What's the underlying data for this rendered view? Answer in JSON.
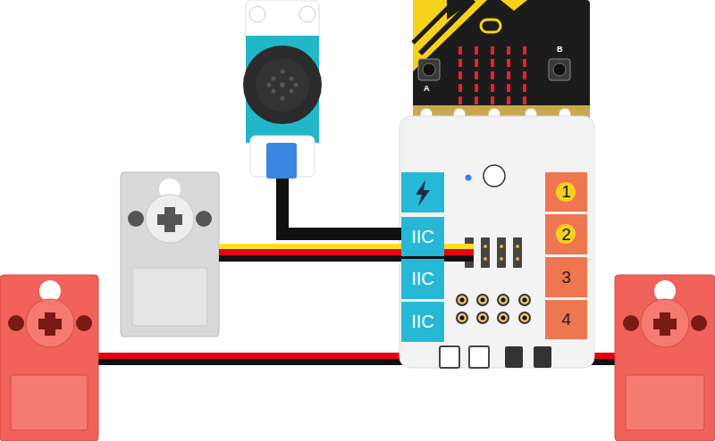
{
  "diagram": {
    "nodes": [
      {
        "text": [
          "IIC"
        ]
      },
      {
        "text": [
          "IIC"
        ]
      },
      {
        "text": [
          "IIC"
        ]
      },
      {
        "text": [
          "1"
        ]
      },
      {
        "text": [
          "2"
        ]
      },
      {
        "text": [
          "3"
        ]
      },
      {
        "text": [
          "4"
        ]
      }
    ],
    "labels": [
      "A",
      "B"
    ]
  }
}
